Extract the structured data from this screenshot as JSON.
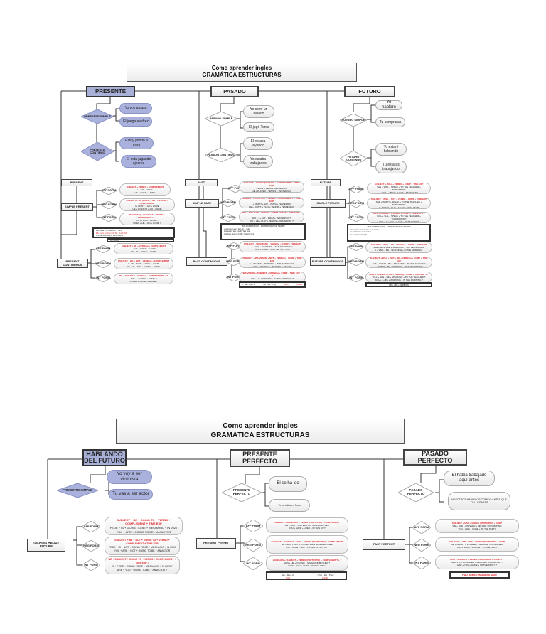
{
  "page1": {
    "title": {
      "line1": "Como aprender ingles",
      "line2": "GRAMÁTICA ESTRUCTURAS"
    },
    "branches": [
      {
        "header": "PRESENTE",
        "subtypes": [
          {
            "label": "PRESENTE SIMPLE",
            "examples": [
              "Yo voy a casa",
              "El juega ajedrez"
            ]
          },
          {
            "label": "PRESENTE CONTINUO",
            "examples": [
              "Estoy yendo a casa",
              "El esta jugando ajedrez"
            ]
          }
        ],
        "tense_label": "PRESENT",
        "groups": [
          {
            "label": "SIMPLE PRESENT",
            "forms": [
              {
                "type": "AFF FORM",
                "formula": "SUBJECT + VERBO + COMPLEMENT",
                "examples": [
                  "I + GO + HOME",
                  "HE + GOES + HOME"
                ]
              },
              {
                "type": "NEG FORM",
                "formula": "SUBJECT + DO (DOES) + NOT + VERBO + COMPLEMENT",
                "examples": [
                  "I + DON'T + GO + HOME",
                  "HE + DOESN'T + GO + HOME"
                ]
              },
              {
                "type": "INT FORM",
                "formula": "DO (DOES) + SUBJECT + VERBO + COMPLEMENT + ?",
                "examples": [
                  "DO + I + GO + HOME ?",
                  "DOES + HE + GO + HOME ?"
                ]
              }
            ],
            "note": [
              "HE / SHE / IT + VERB + S / ES",
              "ES: verbs ending in O, SH, CH, X, SS",
              "IES: verbs ending in consonant + Y",
              "DO / DOES"
            ]
          },
          {
            "label": "PRESENT CONTINUOUS",
            "forms": [
              {
                "type": "AFF FORM",
                "formula": "SUBJECT + BE + VERBing + COMPLEMENT",
                "examples": [
                  "I + AM + GOING + HOME",
                  "HE + IS + GOING + HOME"
                ]
              },
              {
                "type": "NEG FORM",
                "formula": "SUBJECT + BE + NOT + VERBing + COMPLEMENT",
                "examples": [
                  "I + AM + NOT + GOING + HOME",
                  "HE + IS + NOT + GOING + HOME"
                ]
              },
              {
                "type": "INT FORM",
                "formula": "BE + SUBJECT + VERBing + COMPLEMENT + ?",
                "examples": [
                  "AM + I + GOING + HOME ?",
                  "IS + HE + GOING + HOME ?"
                ]
              }
            ]
          }
        ]
      },
      {
        "header": "PASADO",
        "subtypes": [
          {
            "label": "PASADO SIMPLE",
            "examples": [
              "Yo comí un helado",
              "El jugó Tenis"
            ]
          },
          {
            "label": "PASADO CONTINUO",
            "examples": [
              "El estaba leyendo",
              "Yo estaba trabajando"
            ]
          }
        ],
        "tense_label": "PAST",
        "groups": [
          {
            "label": "SIMPLE PAST",
            "forms": [
              {
                "type": "AFF FORM",
                "formula": "SUBJECT + VERBO (PASADO) + COMPLEMENT + TIME EXP",
                "examples": [
                  "I + ATE + PIZZA + YESTERDAY",
                  "HE + PLAYED + TENNIS + YESTERDAY"
                ]
              },
              {
                "type": "NEG FORM",
                "formula": "SUBJECT + DID + NOT + VERBO + COMPLEMENT + TIME EXP",
                "examples": [
                  "I + DIDN'T + EAT + PIZZA + YESTERDAY",
                  "HE + DIDN'T + PLAY + TENNIS + YESTERDAY"
                ]
              },
              {
                "type": "INT FORM",
                "formula": "DID + SUBJECT + VERBO + COMPLEMENT + TIME EXP + ?",
                "examples": [
                  "DID + I + EAT + PIZZA + YESTERDAY ?",
                  "DID + HE + PLAY + TENNIS + YESTERDAY ?"
                ]
              }
            ],
            "note": [
              "TIME EXPRESSIONS - EXPRESIONES DE TIEMPO",
              "yesterday / ago / last / in + year",
              "last week / last month / last year",
              "two days ago / in 1990 / this morning"
            ]
          },
          {
            "label": "PAST CONTINUOUS",
            "forms": [
              {
                "type": "AFF FORM",
                "formula": "SUBJECT + WAS/WERE + VERBing + COMP + TIME EXP",
                "examples": [
                  "I + WAS + WORKING + IN THE MORNING",
                  "YOU + WERE + PLAYING + AT 5 PM"
                ]
              },
              {
                "type": "NEG FORM",
                "formula": "SUBJECT + WAS/WERE + NOT + VERBing + COMP + TIME EXP",
                "examples": [
                  "I + WASN'T + WORKING + IN THE MORNING",
                  "YOU + WEREN'T + PLAYING + AT 5 PM"
                ]
              },
              {
                "type": "INT FORM",
                "formula": "WAS/WERE + SUBJECT + VERBing + COMP + TIME EXP + ?",
                "examples": [
                  "WAS + I + WORKING + IN THE MORNING ?",
                  "WERE + YOU + PLAYING + AT 5 PM ?"
                ]
              }
            ],
            "note": [
              "I - He - She - It",
              "WAS",
              "You - We - They",
              "WERE"
            ]
          }
        ]
      },
      {
        "header": "FUTURO",
        "subtypes": [
          {
            "label": "FUTURO SIMPLE",
            "examples": [
              "Yo hablare",
              "Tu compraras"
            ]
          },
          {
            "label": "FUTURO CONTINUO",
            "examples": [
              "Yo estaré hablando",
              "Tu estarás trabajando"
            ]
          }
        ],
        "tense_label": "FUTURE",
        "groups": [
          {
            "label": "SIMPLE FUTURE",
            "forms": [
              {
                "type": "AFF FORM",
                "formula": "SUBJECT + WILL + VERBO + COMP + TIME EXP",
                "examples": [
                  "SHE + WILL + SPEAK + TO THE TEACHER + TOMORROW",
                  "I + WILL + BUY + A CAR + NEXT YEAR"
                ]
              },
              {
                "type": "NEG FORM",
                "formula": "SUBJECT + WILL + NOT + VERBO + COMP + TIME EXP",
                "examples": [
                  "SHE + WON'T + SPEAK + TO THE TEACHER + TOMORROW",
                  "I + WON'T + BUY + A CAR + NEXT YEAR"
                ]
              },
              {
                "type": "INT FORM",
                "formula": "WILL + SUBJECT + VERBO + COMP + TIME EXP + ?",
                "examples": [
                  "WILL + SHE + SPEAK + TO THE TEACHER + TOMORROW ?",
                  "WILL + I + BUY + A CAR + NEXT YEAR ?"
                ]
              }
            ],
            "note": [
              "TIME EXPRESSIONS - EXPRESIONES DE TIEMPO",
              "tomorrow / next week / next month",
              "in the future / soon / later",
              "in two days / tonight"
            ]
          },
          {
            "label": "FUTURE CONTINUOUS",
            "forms": [
              {
                "type": "AFF FORM",
                "formula": "SUBJECT + WILL + BE + VERBing + COMP + TIME EXP",
                "examples": [
                  "SHE + WILL + BE + SPEAKING + TO THE TEACHER",
                  "I + WILL + BE + WORKING + IN THE MORNING"
                ]
              },
              {
                "type": "NEG FORM",
                "formula": "SUBJECT + WILL + NOT + BE + VERBing + COMP + TIME EXP",
                "examples": [
                  "SHE + WON'T + BE + SPEAKING + TO THE TEACHER",
                  "I + WON'T + BE + WORKING + IN THE MORNING"
                ]
              },
              {
                "type": "INT FORM",
                "formula": "WILL + SUBJECT + BE + VERBing + COMP + TIME EXP + ?",
                "examples": [
                  "WILL + SHE + BE + SPEAKING + TO THE TEACHER ?",
                  "WILL + I + BE + WORKING + IN THE MORNING ?"
                ]
              }
            ],
            "note": [
              "WILL + BE + VERB-ING"
            ]
          }
        ]
      }
    ]
  },
  "page2": {
    "title": {
      "line1": "Como aprender ingles",
      "line2": "GRAMÁTICA ESTRUCTURAS"
    },
    "branches": [
      {
        "header": "HABLANDO DEL FUTURO",
        "subtype": {
          "label": "PRESENTE SIMPLE",
          "examples": [
            "Yo voy a ser violinista",
            "Tu vas a ser actor"
          ]
        },
        "group_label": "TALKING ABOUT FUTURE",
        "forms": [
          {
            "type": "AFF FORM",
            "formula": "SUBJECT + BE + GOING TO + VERBO + COMPLEMENT + TIME EXP",
            "examples": [
              "PEDE + IS + GOING TO BE + MECHANIC + IN 2020",
              "YOU + ARE + GOING TO BE + AN ACTOR"
            ]
          },
          {
            "type": "NEG FORM",
            "formula": "SUBJECT + BE + NOT + GOING TO + VERBO + COMPLEMENT + TIME EXP",
            "examples": [
              "PEDE + IS + NOT + GOING TO BE + MECHANIC + IN 2020",
              "YOU + ARE + NOT + GOING TO BE + AN ACTOR"
            ]
          },
          {
            "type": "INT FORM",
            "formula": "BE + SUBJECT + GOING TO + VERBO + COMPLEMENT + TIME EXP ?",
            "examples": [
              "IS + PEDE + GOING TO BE + MECHANIC + IN 2020 ?",
              "ARE + YOU + GOING TO BE + AN ACTOR ?"
            ]
          }
        ]
      },
      {
        "header": "PRESENTE PERFECTO",
        "subtype": {
          "label": "PRESENTE PERFECTO",
          "examples": [
            "El se ha ido",
            "Yo he visitado a Rosa"
          ]
        },
        "group_label": "PRESENT PERFET",
        "forms": [
          {
            "type": "AFF FORM",
            "formula": "SUBJECT + HAVE/HAS + VERBO (PARTICIPIO) + COMPLEMENT",
            "examples": [
              "HE + HAS + VISITED + HIS GRANDMOTHER",
              "YOU + HAVE + LIVED + IN THIS CITY"
            ]
          },
          {
            "type": "NEG FORM",
            "formula": "SUBJECT + HAVE/HAS + NOT + VERBO (PARTICIPIO) + COMPLEMENT",
            "examples": [
              "HE + HAS + NOT + VISITED + HIS GRANDMOTHER",
              "YOU + HAVE + NOT + LIVED + IN THIS CITY"
            ]
          },
          {
            "type": "INT FORM",
            "formula": "HAVE/HAS + SUBJECT + VERBO (PARTICIPIO) + COMPLEMENT + ?",
            "examples": [
              "HAS + HE + VISITED + HIS GRANDMOTHER ?",
              "HAVE + YOU + LIVED + IN THIS CITY ?"
            ]
          }
        ],
        "note": [
          "He - She - It",
          "HAS",
          "I - You - We - They",
          "HAVE"
        ]
      },
      {
        "header": "PASADO PERFECTO",
        "subtype": {
          "label": "PASADO PERFECTO",
          "examples": [
            "El había trabajado aquí antes",
            "NOSOTROS HABIAMOS COMIDO ANTES QUE TU LLEGARAS"
          ]
        },
        "group_label": "PAST PERFECT",
        "forms": [
          {
            "type": "AFF FORM",
            "formula": "SUBJECT + HAD + VERBO (PARTICIPIO) + COMP",
            "examples": [
              "WE + HAD + FINISHED + BEFORE YOU ARRIVED",
              "YOU + HAD + GONE + TO THE PARTY"
            ]
          },
          {
            "type": "NEG FORM",
            "formula": "SUBJECT + HAD + NOT + VERBO (PARTICIPIO) + COMP",
            "examples": [
              "WE + HADN'T + FINISHED + BEFORE YOU ARRIVED",
              "YOU + HADN'T + GONE + TO THE PARTY"
            ]
          },
          {
            "type": "INT FORM",
            "formula": "HAD + SUBJECT + VERBO (PARTICIPIO) + COMP + ?",
            "examples": [
              "HAD + WE + FINISHED + BEFORE YOU ARRIVED ?",
              "HAD + YOU + GONE + TO THE PARTY ?"
            ]
          }
        ],
        "note": [
          "HAD BEEN = HABÍA ESTADO"
        ]
      }
    ]
  }
}
